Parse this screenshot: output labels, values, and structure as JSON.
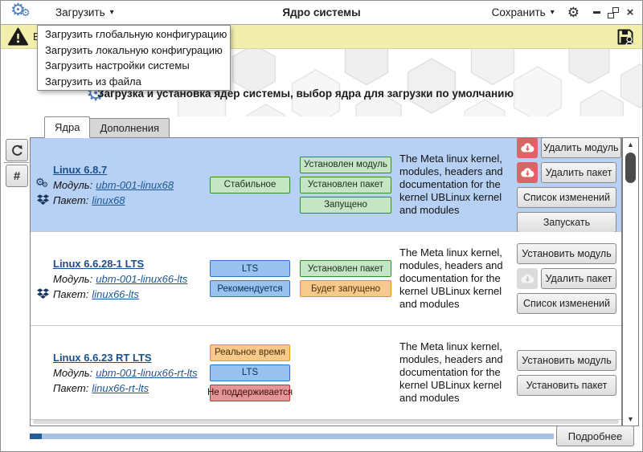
{
  "titlebar": {
    "title": "Ядро системы",
    "load_label": "Загрузить",
    "save_label": "Сохранить"
  },
  "icons": {
    "dropdown_arrow": "▾",
    "gear_glyph": "⚙",
    "close_glyph": "×",
    "refresh_glyph": "↻",
    "hash_glyph": "#",
    "scroll_up_glyph": "▲",
    "scroll_down_glyph": "▼"
  },
  "dropdown": {
    "items": [
      "Загрузить глобальную конфигурацию",
      "Загрузить локальную конфигурацию",
      "Загрузить настройки системы",
      "Загрузить из файла"
    ]
  },
  "warnbar": {
    "visible_text": "В"
  },
  "banner": {
    "subtitle": "Загрузка и установка ядер системы, выбор ядра для загрузки по умолчанию"
  },
  "tabs": [
    {
      "label": "Ядра",
      "active": true
    },
    {
      "label": "Дополнения",
      "active": false
    }
  ],
  "labels": {
    "module": "Модуль:",
    "package": "Пакет:"
  },
  "kernels": [
    {
      "title": "Linux 6.8.7",
      "module": "ubm-001-linux68",
      "package": "linux68",
      "module_icon": true,
      "package_icon": true,
      "selected": true,
      "badges_col1": [
        {
          "label": "Стабильное",
          "color": "green"
        }
      ],
      "badges_col2": [
        {
          "label": "Установлен модуль",
          "color": "green"
        },
        {
          "label": "Установлен пакет",
          "color": "green"
        },
        {
          "label": "Запущено",
          "color": "green"
        }
      ],
      "description": "The Meta linux kernel, modules, headers and documentation for the kernel UBLinux kernel and modules",
      "actions": [
        {
          "icon": "red",
          "label": "Удалить модуль"
        },
        {
          "icon": "red",
          "label": "Удалить пакет"
        },
        {
          "icon": null,
          "label": "Список изменений"
        },
        {
          "icon": null,
          "label": "Запускать"
        }
      ]
    },
    {
      "title": "Linux 6.6.28-1 LTS",
      "module": "ubm-001-linux66-lts",
      "package": "linux66-lts",
      "module_icon": false,
      "package_icon": true,
      "selected": false,
      "badges_col1": [
        {
          "label": "LTS",
          "color": "blue"
        },
        {
          "label": "Рекомендуется",
          "color": "blue"
        }
      ],
      "badges_col2": [
        {
          "label": "Установлен пакет",
          "color": "green"
        },
        {
          "label": "Будет запущено",
          "color": "orange"
        }
      ],
      "description": "The Meta linux kernel, modules, headers and documentation for the kernel UBLinux kernel and modules",
      "actions": [
        {
          "icon": null,
          "label": "Установить модуль"
        },
        {
          "icon": "gray",
          "label": "Удалить пакет"
        },
        {
          "icon": null,
          "label": "Список изменений"
        }
      ]
    },
    {
      "title": "Linux 6.6.23 RT LTS",
      "module": "ubm-001-linux66-rt-lts",
      "package": "linux66-rt-lts",
      "module_icon": false,
      "package_icon": false,
      "selected": false,
      "badges_col1": [
        {
          "label": "Реальное время",
          "color": "orange"
        },
        {
          "label": "LTS",
          "color": "blue"
        },
        {
          "label": "Не поддерживается",
          "color": "red"
        }
      ],
      "badges_col2": [],
      "description": "The Meta linux kernel, modules, headers and documentation for the kernel UBLinux kernel and modules",
      "actions": [
        {
          "icon": null,
          "label": "Установить модуль"
        },
        {
          "icon": null,
          "label": "Установить пакет"
        }
      ]
    }
  ],
  "footer": {
    "details_label": "Подробнее",
    "progress_percent": 2.3
  },
  "colors": {
    "selection_bg": "#b6d1f3",
    "warning_bar_bg": "#f2efad",
    "badge_green_bg": "#c5e5c5",
    "badge_green_border": "#2f8f2f",
    "badge_blue_bg": "#99c2f0",
    "badge_blue_border": "#3372c4",
    "badge_orange_bg": "#f7c98b",
    "badge_orange_border": "#e8960f",
    "badge_red_bg": "#e59595",
    "badge_red_border": "#c03434",
    "danger_icon_bg": "#dd6464",
    "progress_track": "#a9c1de",
    "progress_fill": "#245d96",
    "app_accent": "#4d7db8",
    "link_color": "#1b5795"
  }
}
